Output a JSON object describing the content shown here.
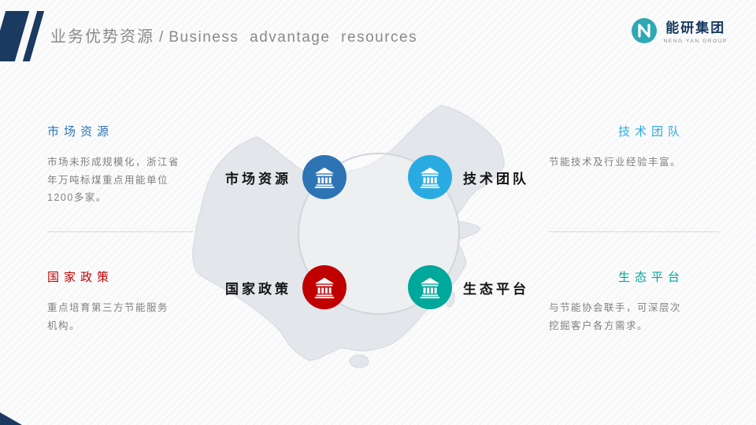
{
  "header": {
    "title_cn": "业务优势资源",
    "title_sep": "/",
    "title_en": "Business advantage resources"
  },
  "logo": {
    "company_cn": "能研集团",
    "company_en": "NENG YAN GROUP"
  },
  "left_column": {
    "market": {
      "heading": "市场资源",
      "body": "市场未形成规模化，浙江省\n年万吨标煤重点用能单位\n1200多家。"
    },
    "policy": {
      "heading": "国家政策",
      "body": "重点培育第三方节能服务\n机构。"
    }
  },
  "right_column": {
    "tech": {
      "heading": "技术团队",
      "body": "节能技术及行业经验丰富。"
    },
    "eco": {
      "heading": "生态平台",
      "body": "与节能协会联手，可深层次\n挖掘客户各方需求。"
    }
  },
  "diagram": {
    "items": [
      {
        "id": "market",
        "label": "市场资源",
        "color": "#2E74B5",
        "icon": "bank-icon"
      },
      {
        "id": "tech",
        "label": "技术团队",
        "color": "#29ABE2",
        "icon": "bank-icon"
      },
      {
        "id": "policy",
        "label": "国家政策",
        "color": "#C00000",
        "icon": "bank-icon"
      },
      {
        "id": "eco",
        "label": "生态平台",
        "color": "#00A79B",
        "icon": "bank-icon"
      }
    ]
  },
  "colors": {
    "corner_navy": "#1A3A5F",
    "title_gray": "#8A8A8A",
    "body_gray": "#808080",
    "market_blue": "#2E74B5",
    "tech_cyan": "#29ABE2",
    "policy_red": "#C00000",
    "eco_teal": "#00A79B",
    "map_gray": "#E3E6EA",
    "logo_teal": "#2FA8B4"
  }
}
